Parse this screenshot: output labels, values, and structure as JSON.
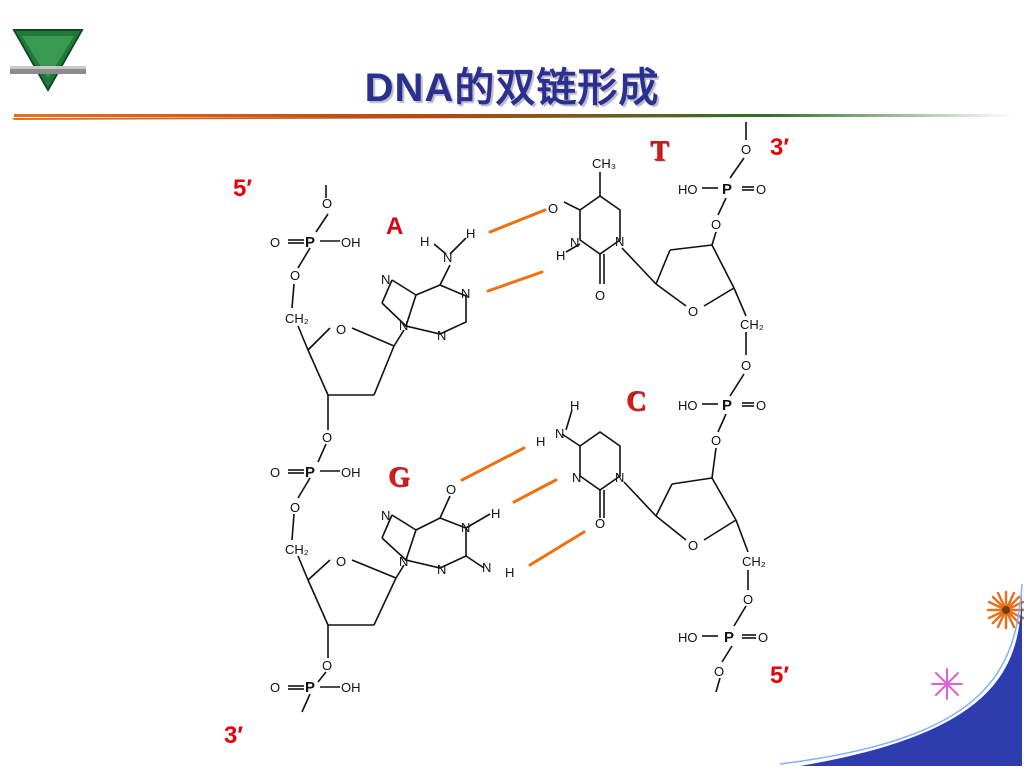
{
  "title": "DNA的双链形成",
  "strand_ends": {
    "left_top": "5′",
    "left_bottom": "3′",
    "right_top": "3′",
    "right_bottom": "5′"
  },
  "bases": {
    "adenine": "A",
    "thymine": "T",
    "guanine": "G",
    "cytosine": "C"
  },
  "chem": {
    "o": "O",
    "p": "P",
    "oh": "OH",
    "ho": "HO",
    "ch2": "CH₂",
    "ch3": "CH₃",
    "n": "N",
    "h": "H"
  },
  "colors": {
    "title": "#2b2f8f",
    "end_labels": "#e8000b",
    "hydrogen_bond": "#f07010",
    "rule_green": "#2f6d2a",
    "rule_orange": "#e8711c"
  },
  "icons": [
    "logo-triangle-icon",
    "orange-starburst-icon",
    "pink-star-icon"
  ]
}
